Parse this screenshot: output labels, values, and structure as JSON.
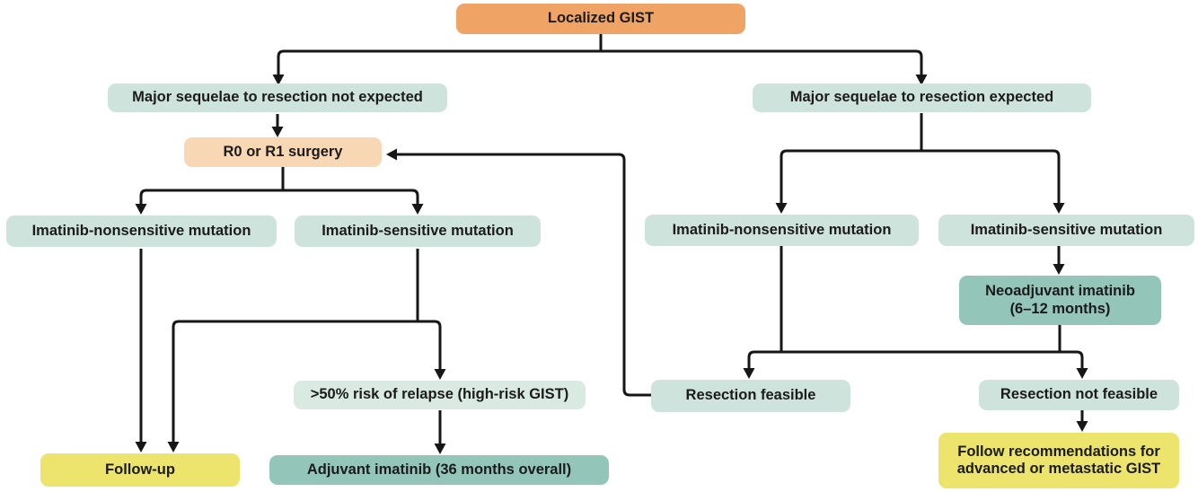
{
  "diagram": {
    "title": "Localized GIST",
    "type": "flowchart",
    "colors": {
      "header_box": "#efa466",
      "surgery_box": "#f8d7b4",
      "decision_box": "#cee3db",
      "risk_box": "#d9eae3",
      "drug_box": "#93c6b9",
      "terminal_box": "#ece46d",
      "connector": "#161616",
      "text": "#1b1b1b",
      "background": "#ffffff"
    },
    "nodes": {
      "localized_gist": {
        "label": "Localized GIST"
      },
      "major_not_expected": {
        "label": "Major sequelae to resection not expected"
      },
      "major_expected": {
        "label": "Major sequelae to resection expected"
      },
      "r0_r1_surgery": {
        "label": "R0 or R1 surgery"
      },
      "nonsensitive_left": {
        "label": "Imatinib-nonsensitive mutation"
      },
      "sensitive_left": {
        "label": "Imatinib-sensitive mutation"
      },
      "risk_relapse": {
        "label": ">50% risk of relapse (high-risk GIST)"
      },
      "follow_up": {
        "label": "Follow-up"
      },
      "adjuvant": {
        "label": "Adjuvant imatinib (36 months overall)"
      },
      "nonsensitive_right": {
        "label": "Imatinib-nonsensitive mutation"
      },
      "sensitive_right": {
        "label": "Imatinib-sensitive mutation"
      },
      "neoadjuvant": {
        "line1": "Neoadjuvant imatinib",
        "line2": "(6–12 months)"
      },
      "resection_feasible": {
        "label": "Resection feasible"
      },
      "resection_not_feasible": {
        "label": "Resection not feasible"
      },
      "follow_recommendations": {
        "line1": "Follow recommendations for",
        "line2": "advanced or metastatic GIST"
      }
    },
    "edges": [
      "Localized GIST -> Major sequelae to resection not expected",
      "Localized GIST -> Major sequelae to resection expected",
      "Major sequelae to resection not expected -> R0 or R1 surgery",
      "R0 or R1 surgery -> Imatinib-nonsensitive mutation (left)",
      "R0 or R1 surgery -> Imatinib-sensitive mutation (left)",
      "Imatinib-nonsensitive mutation (left) -> Follow-up",
      "Imatinib-sensitive mutation (left) -> Follow-up",
      "Imatinib-sensitive mutation (left) -> >50% risk of relapse (high-risk GIST)",
      ">50% risk of relapse (high-risk GIST) -> Adjuvant imatinib (36 months overall)",
      "Major sequelae to resection expected -> Imatinib-nonsensitive mutation (right)",
      "Major sequelae to resection expected -> Imatinib-sensitive mutation (right)",
      "Imatinib-sensitive mutation (right) -> Neoadjuvant imatinib (6–12 months)",
      "Imatinib-nonsensitive mutation (right) -> Resection feasible / Resection not feasible",
      "Neoadjuvant imatinib (6–12 months) -> Resection feasible / Resection not feasible",
      "Resection feasible -> R0 or R1 surgery",
      "Resection not feasible -> Follow recommendations for advanced or metastatic GIST"
    ]
  }
}
